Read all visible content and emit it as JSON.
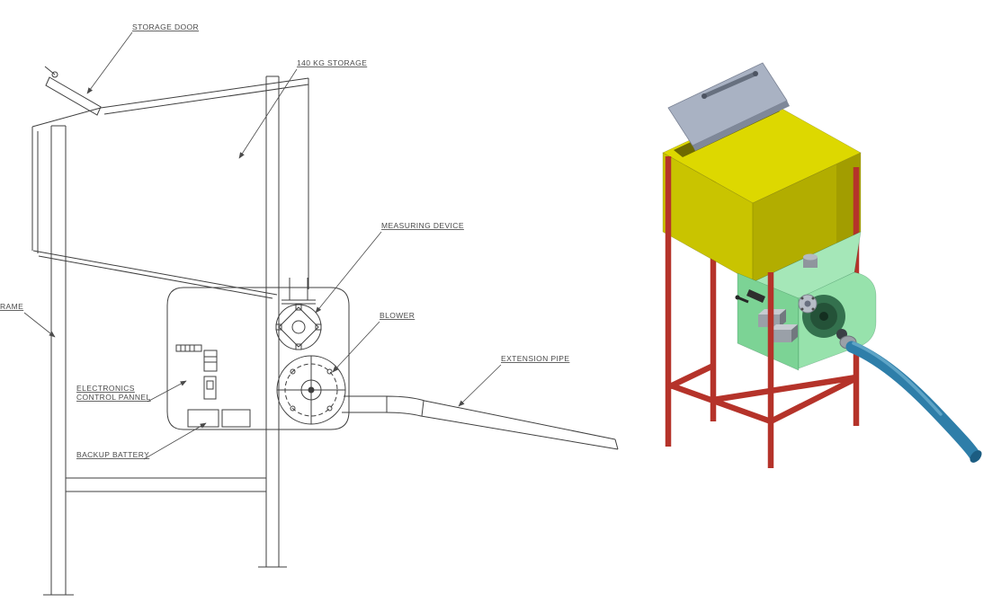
{
  "drawing": {
    "labels": {
      "storage_door": "STORAGE DOOR",
      "storage_140kg": "140 KG STORAGE",
      "measuring_device": "MEASURING DEVICE",
      "blower": "BLOWER",
      "extension_pipe": "EXTENSION PIPE",
      "frame": "RAME",
      "electronics_line1": "ELECTRONICS",
      "electronics_line2": "CONTROL PANNEL",
      "backup_battery": "BACKUP BATTERY"
    }
  },
  "colors": {
    "line": "#3f3f3f",
    "label-text": "#4a4a4a",
    "hopper-yellow": "#c9c400",
    "hopper-yellow-light": "#ddd800",
    "hopper-yellow-dark": "#b2ad00",
    "hopper-yellow-edge": "#a29d00",
    "lid-gray": "#a9b2c3",
    "lid-gray-dark": "#7f8899",
    "body-green": "#7cd395",
    "body-green-light": "#97e2ac",
    "frame-red": "#b5332a",
    "pipe-blue": "#2e7ea9",
    "pipe-blue-dark": "#1c5d82"
  }
}
